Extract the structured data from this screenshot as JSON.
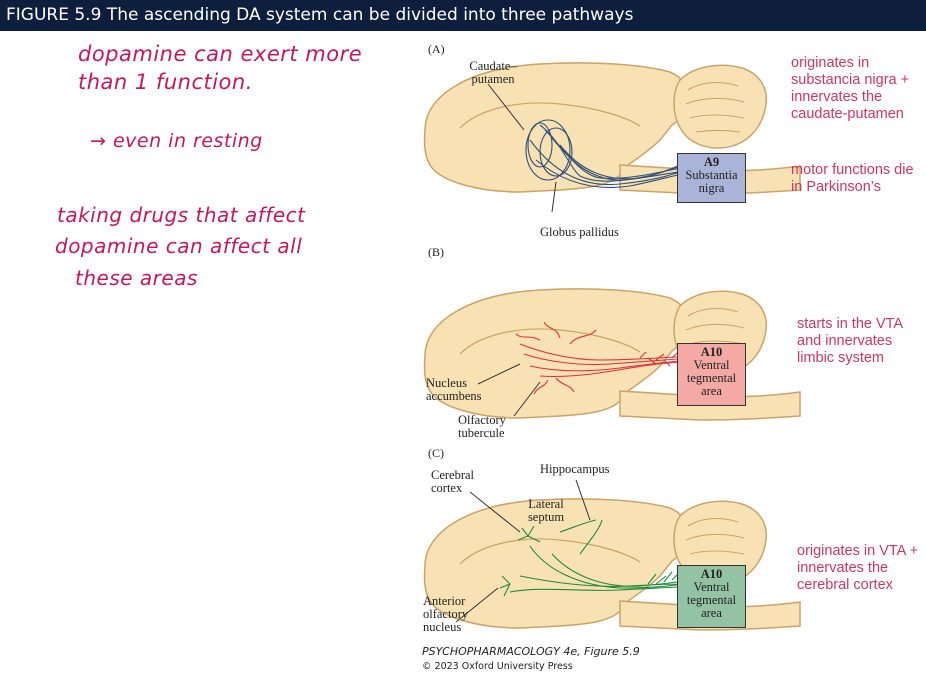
{
  "figure": {
    "title": "FIGURE 5.9  The ascending DA system can be divided into three pathways",
    "credit_book": "PSYCHOPHARMACOLOGY 4e, Figure 5.9",
    "credit_copyright": "© 2023 Oxford University Press"
  },
  "notes": {
    "line1": "dopamine can exert more",
    "line2": "than 1 function.",
    "line3": "→ even in resting",
    "line4": "taking drugs that affect",
    "line5": "dopamine can affect all",
    "line6": "these areas"
  },
  "panels": {
    "a": {
      "letter": "(A)",
      "label_caudate_1": "Caudate–",
      "label_caudate_2": "putamen",
      "label_globus": "Globus pallidus",
      "box_code": "A9",
      "box_line1": "Substantia",
      "box_line2": "nigra",
      "box_color": "#aab4d9",
      "fiber_color": "#33507a",
      "annot1": "originates in substancia nigra + innervates the caudate-putamen",
      "annot2": "motor functions die in Parkinson’s"
    },
    "b": {
      "letter": "(B)",
      "label_nucleus_1": "Nucleus",
      "label_nucleus_2": "accumbens",
      "label_olfactory_1": "Olfactory",
      "label_olfactory_2": "tubercule",
      "box_code": "A10",
      "box_line1": "Ventral",
      "box_line2": "tegmental",
      "box_line3": "area",
      "box_color": "#f4a9a4",
      "fiber_color": "#e0303a",
      "annot1": "starts in the VTA and innervates limbic system"
    },
    "c": {
      "letter": "(C)",
      "label_cerebral_1": "Cerebral",
      "label_cerebral_2": "cortex",
      "label_hippocampus": "Hippocampus",
      "label_septum_1": "Lateral",
      "label_septum_2": "septum",
      "label_anterior_1": "Anterior",
      "label_anterior_2": "olfactory",
      "label_anterior_3": "nucleus",
      "box_code": "A10",
      "box_line1": "Ventral",
      "box_line2": "tegmental",
      "box_line3": "area",
      "box_color": "#93c2a4",
      "fiber_color": "#1f8a3a",
      "annot1": "originates in VTA + innervates the cerebral cortex"
    }
  },
  "colors": {
    "brain_fill": "#f8e2b3",
    "brain_stroke": "#c9a36a",
    "title_bg": "#0d1f3c",
    "annotation": "#c8385f"
  }
}
